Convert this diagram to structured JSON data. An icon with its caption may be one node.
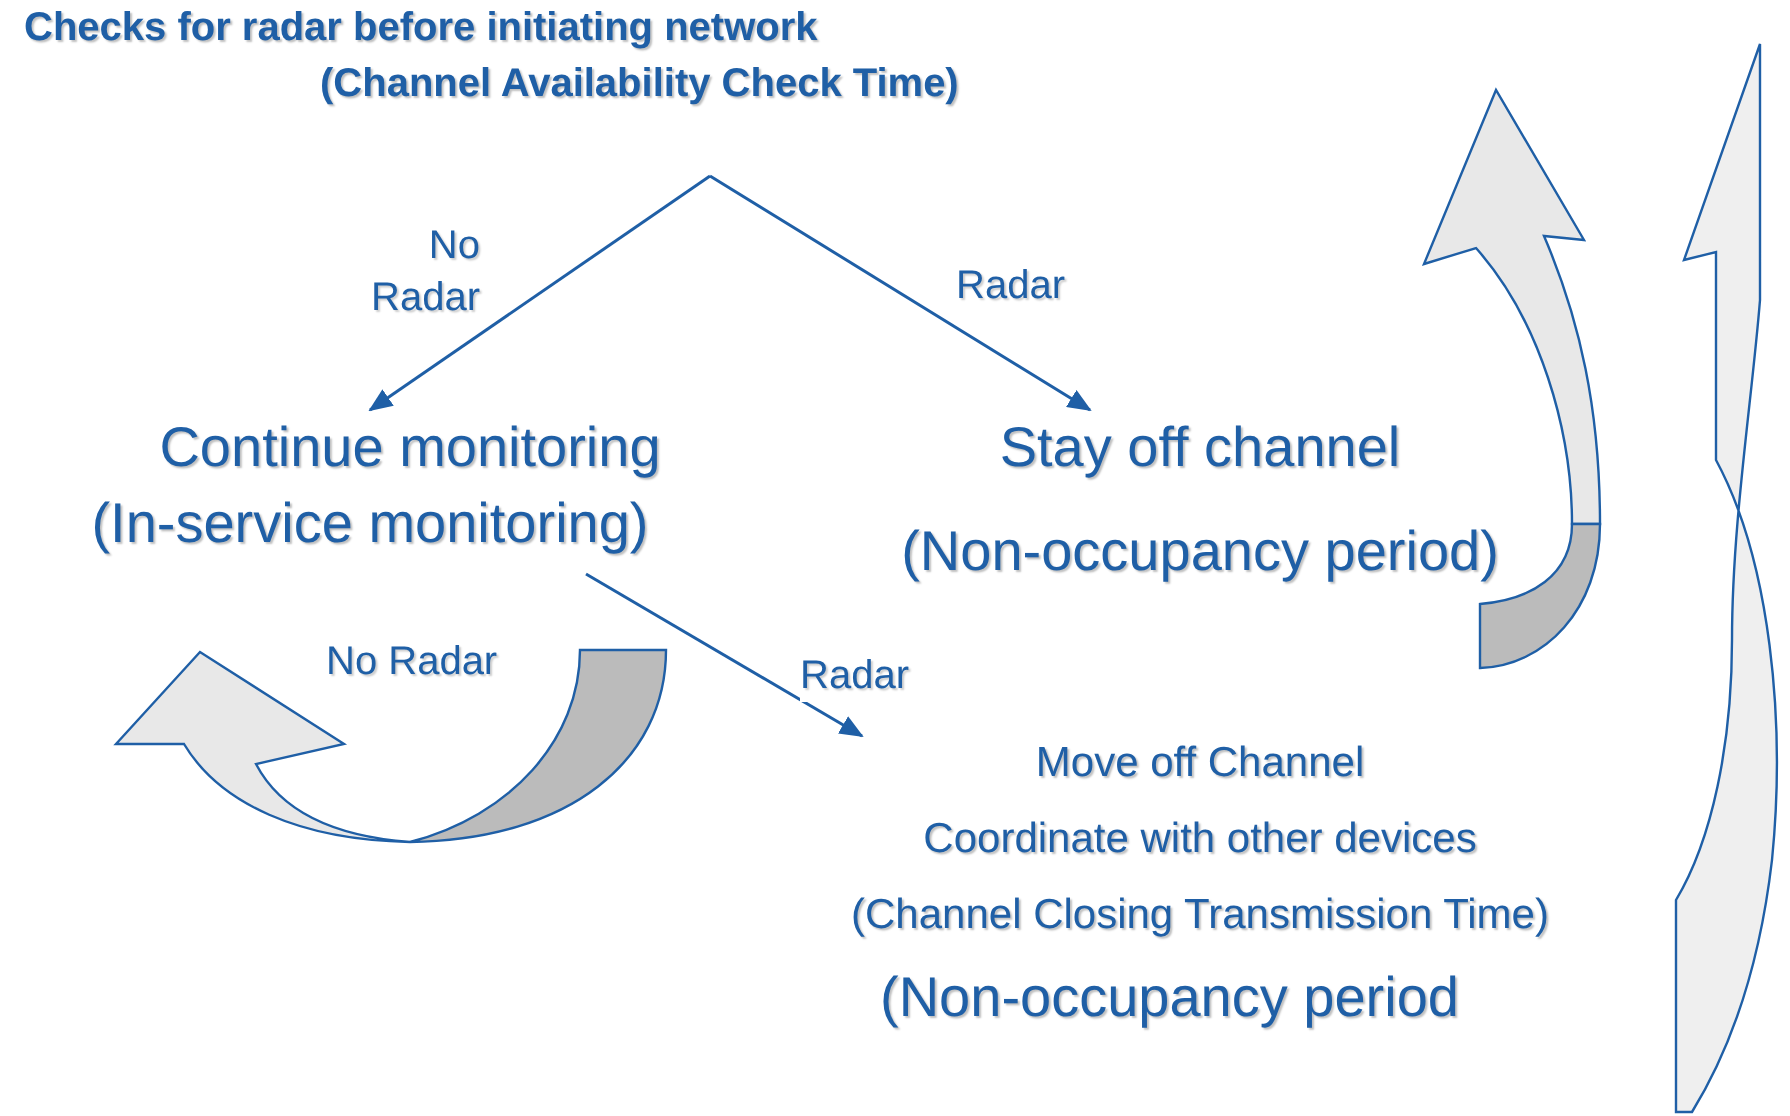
{
  "diagram": {
    "nodes": [
      {
        "text": [
          "Checks for radar before initiating network",
          "(Channel Availability Check Time)"
        ]
      },
      {
        "text": [
          "Continue monitoring",
          "(In-service monitoring)"
        ]
      },
      {
        "text": [
          "Stay off channel",
          "(Non-occupancy period)"
        ]
      },
      {
        "text": [
          "Move off Channel",
          "Coordinate with other devices",
          "(Channel Closing Transmission Time)",
          "(Non-occupancy period"
        ]
      }
    ],
    "edges": [
      {
        "from": 0,
        "to": 1,
        "arrow": "to",
        "label": "No Radar"
      },
      {
        "from": 0,
        "to": 2,
        "arrow": "to",
        "label": "Radar"
      },
      {
        "from": 1,
        "to": 3,
        "arrow": "to",
        "label": "Radar"
      }
    ],
    "labels": [
      "No Radar"
    ]
  }
}
